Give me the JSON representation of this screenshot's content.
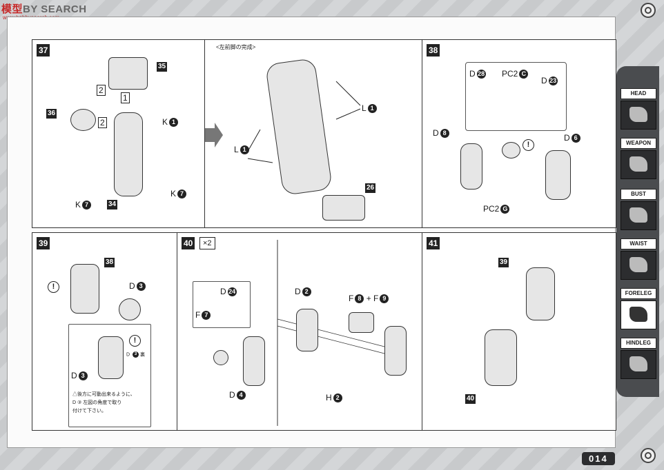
{
  "watermark": {
    "prefix": "模型",
    "text": "BY SEARCH",
    "url": "www.hobbysearch.com"
  },
  "page_number": "014",
  "sidebar": {
    "tabs": [
      "HEAD",
      "WEAPON",
      "BUST",
      "WAIST",
      "FORELEG",
      "HINDLEG"
    ],
    "active": "FORELEG"
  },
  "step37": {
    "num": "37",
    "p35": "35",
    "p36": "36",
    "p34": "34",
    "seq2a": "2",
    "seq1": "1",
    "seq2b": "2",
    "k1": "K",
    "k1n": "1",
    "k7a": "K",
    "k7an": "7",
    "k7b": "K",
    "k7bn": "7"
  },
  "complete": {
    "title": "<左前脚の完成>",
    "l1a": "L",
    "l1an": "1",
    "l1b": "L",
    "l1bn": "1",
    "p26": "26"
  },
  "step38": {
    "num": "38",
    "d28": "D",
    "d28n": "28",
    "pc2c": "PC2",
    "pc2cn": "C",
    "d23": "D",
    "d23n": "23",
    "d8": "D",
    "d8n": "8",
    "d6": "D",
    "d6n": "6",
    "pc2g": "PC2",
    "pc2gn": "G",
    "warn": "!"
  },
  "step39": {
    "num": "39",
    "p38": "38",
    "d3": "D",
    "d3n": "3",
    "d3b": "D",
    "d3bn": "3",
    "warn": "!",
    "side": "D",
    "siden": "3",
    "side_txt": "裏",
    "note1": "△後方に可動出来るように、",
    "note2": "D ③ 左図の角度で取り",
    "note3": "付けて下さい。"
  },
  "step40": {
    "num": "40",
    "mult": "×2",
    "d24": "D",
    "d24n": "24",
    "f7": "F",
    "f7n": "7",
    "d4": "D",
    "d4n": "4",
    "d2": "D",
    "d2n": "2",
    "f8f9": "F",
    "f8n": "8",
    "plus": "+ F",
    "f9n": "9",
    "h2": "H",
    "h2n": "2"
  },
  "step41": {
    "num": "41",
    "p39": "39",
    "p40": "40"
  }
}
